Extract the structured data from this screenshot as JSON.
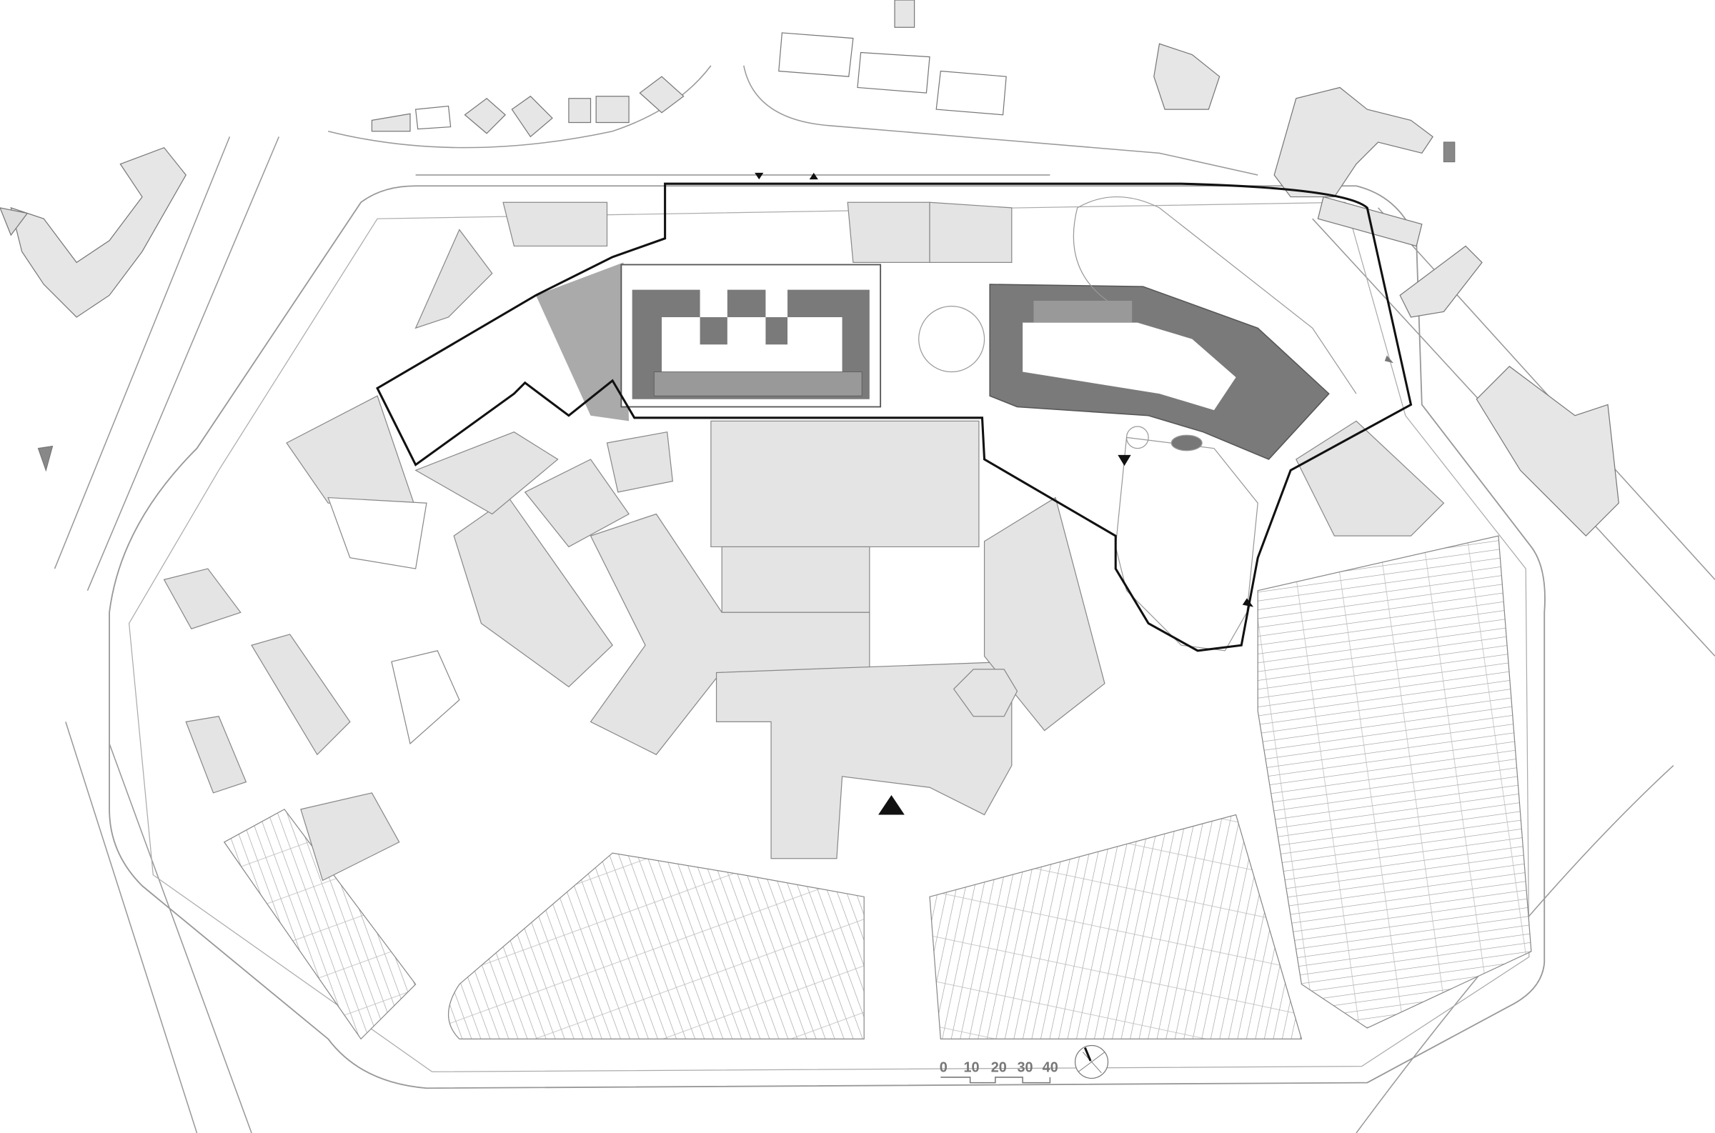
{
  "drawing": {
    "type": "site plan",
    "scale_bar": {
      "labels": [
        "0",
        "10",
        "20",
        "30",
        "40"
      ]
    },
    "north_arrow": "north-arrow-icon",
    "colors": {
      "building_fill": "#e4e4e4",
      "new_building": "#7a7a7a",
      "line": "#8c8c8c",
      "boundary": "#111111"
    }
  }
}
